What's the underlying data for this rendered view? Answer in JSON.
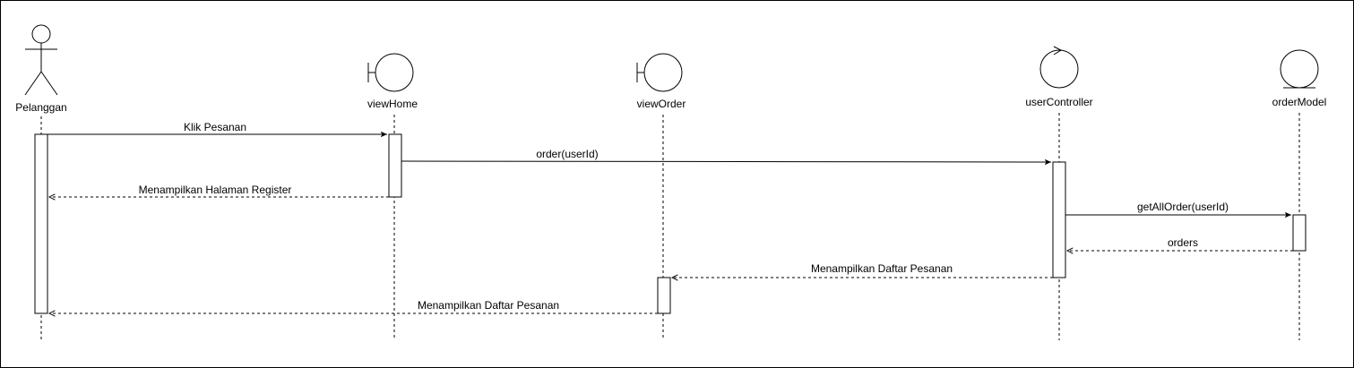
{
  "participants": [
    {
      "key": "pelanggan",
      "name": "Pelanggan",
      "kind": "actor"
    },
    {
      "key": "viewhome",
      "name": "viewHome",
      "kind": "boundary"
    },
    {
      "key": "vieworder",
      "name": "viewOrder",
      "kind": "boundary"
    },
    {
      "key": "usercontroller",
      "name": "userController",
      "kind": "control"
    },
    {
      "key": "ordermodel",
      "name": "orderModel",
      "kind": "entity"
    }
  ],
  "messages": [
    {
      "key": "klik-pesanan",
      "label": "Klik Pesanan",
      "from": "pelanggan",
      "to": "viewhome",
      "type": "sync"
    },
    {
      "key": "order-userid",
      "label": "order(userId)",
      "from": "viewhome",
      "to": "usercontroller",
      "type": "sync"
    },
    {
      "key": "menampilkan-halaman-register",
      "label": "Menampilkan Halaman Register",
      "from": "viewhome",
      "to": "pelanggan",
      "type": "return"
    },
    {
      "key": "getallorder",
      "label": "getAllOrder(userId)",
      "from": "usercontroller",
      "to": "ordermodel",
      "type": "sync"
    },
    {
      "key": "orders",
      "label": "orders",
      "from": "ordermodel",
      "to": "usercontroller",
      "type": "return"
    },
    {
      "key": "menampilkan-daftar-pesanan-1",
      "label": "Menampilkan Daftar Pesanan",
      "from": "usercontroller",
      "to": "vieworder",
      "type": "return"
    },
    {
      "key": "menampilkan-daftar-pesanan-2",
      "label": "Menampilkan Daftar Pesanan",
      "from": "vieworder",
      "to": "pelanggan",
      "type": "return"
    }
  ]
}
